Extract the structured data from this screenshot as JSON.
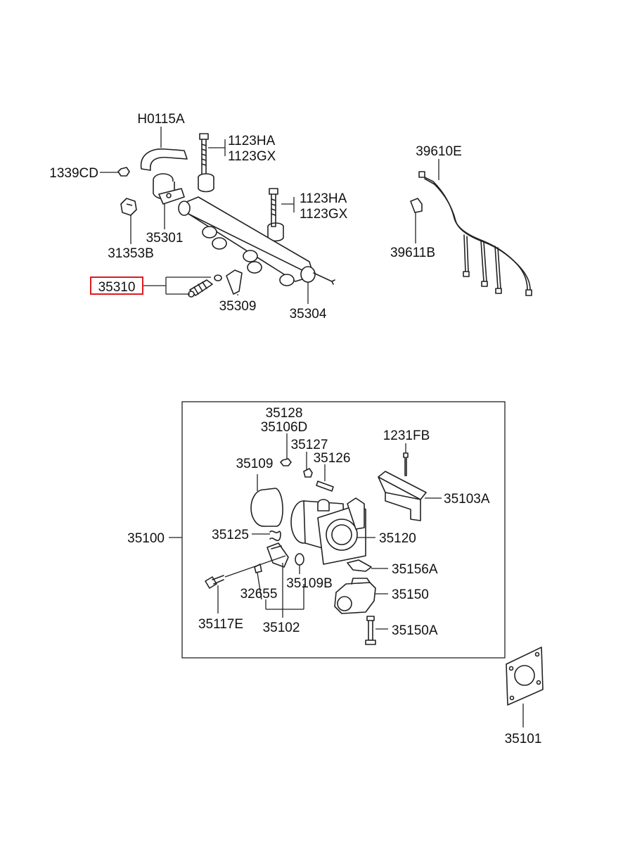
{
  "highlight_color": "#e0191f",
  "labels": {
    "h0115a": "H0115A",
    "1123ha_a": "1123HA",
    "1123gx_a": "1123GX",
    "1339cd": "1339CD",
    "1123ha_b": "1123HA",
    "1123gx_b": "1123GX",
    "35301": "35301",
    "31353b": "31353B",
    "35310": "35310",
    "35309": "35309",
    "35304": "35304",
    "39610e": "39610E",
    "39611b": "39611B",
    "35128": "35128",
    "35106d": "35106D",
    "35127": "35127",
    "35126": "35126",
    "1231fb": "1231FB",
    "35109": "35109",
    "35103a": "35103A",
    "35100": "35100",
    "35125": "35125",
    "35120": "35120",
    "35156a": "35156A",
    "35109b": "35109B",
    "32655": "32655",
    "35150": "35150",
    "35117e": "35117E",
    "35102": "35102",
    "35150a": "35150A",
    "35101": "35101"
  }
}
